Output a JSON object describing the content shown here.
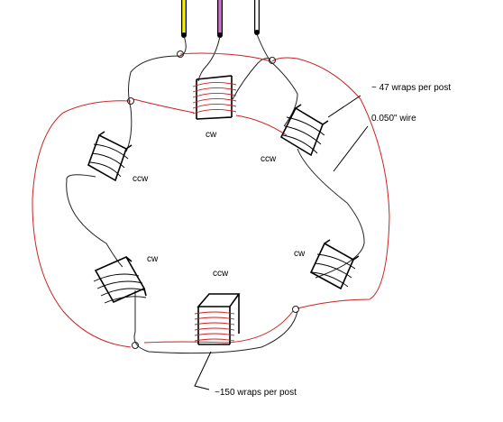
{
  "diagram": {
    "wire_colors": {
      "yellow": "#f4f000",
      "magenta": "#d070d0",
      "white": "#ffffff",
      "black": "#222222",
      "red": "#cc2222"
    },
    "labels": {
      "top_coil": "cw",
      "upper_right_coil": "ccw",
      "upper_left_coil": "ccw",
      "lower_left_coil": "cw",
      "bottom_coil": "ccw",
      "lower_right_coil": "cw",
      "wraps_note": "~ 47 wraps per post",
      "wire_note": "0.050\" wire",
      "bottom_note": "~150 wraps per post"
    }
  }
}
